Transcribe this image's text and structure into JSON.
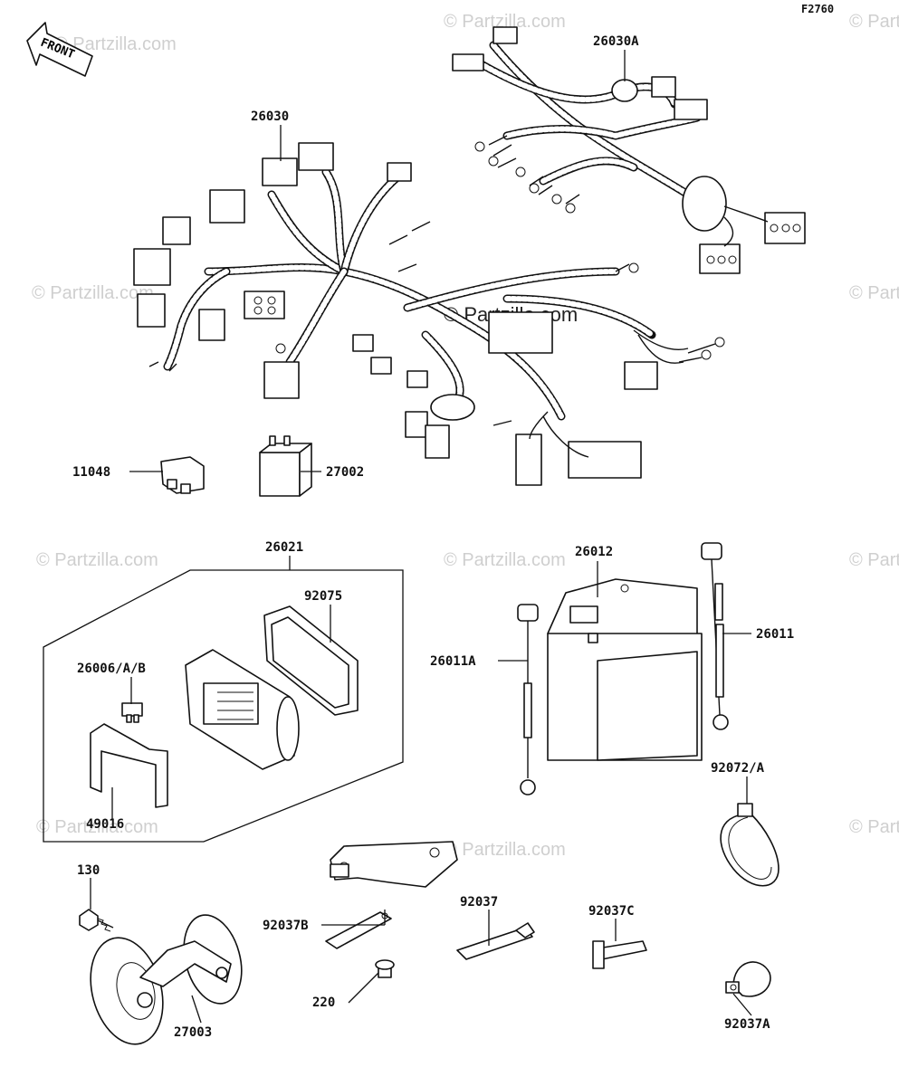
{
  "figure": {
    "code": "F2760"
  },
  "front_arrow": {
    "text": "FRONT"
  },
  "watermark": {
    "text": "© Partzilla.com"
  },
  "callouts": [
    {
      "id": "harness-main",
      "text": "26030"
    },
    {
      "id": "harness-sub",
      "text": "26030A"
    },
    {
      "id": "clip",
      "text": "11048"
    },
    {
      "id": "relay",
      "text": "27002"
    },
    {
      "id": "junction-kit",
      "text": "26021"
    },
    {
      "id": "cushion",
      "text": "92075"
    },
    {
      "id": "fuse",
      "text": "26006/A/B"
    },
    {
      "id": "cover",
      "text": "49016"
    },
    {
      "id": "battery",
      "text": "26012"
    },
    {
      "id": "cable-neg",
      "text": "26011A"
    },
    {
      "id": "cable-pos",
      "text": "26011"
    },
    {
      "id": "band-92072",
      "text": "92072/A"
    },
    {
      "id": "bolt",
      "text": "130"
    },
    {
      "id": "bracket-b",
      "text": "92037B"
    },
    {
      "id": "bracket-92037",
      "text": "92037"
    },
    {
      "id": "bracket-c",
      "text": "92037C"
    },
    {
      "id": "screw",
      "text": "220"
    },
    {
      "id": "horn",
      "text": "27003"
    },
    {
      "id": "clamp-a",
      "text": "92037A"
    }
  ]
}
